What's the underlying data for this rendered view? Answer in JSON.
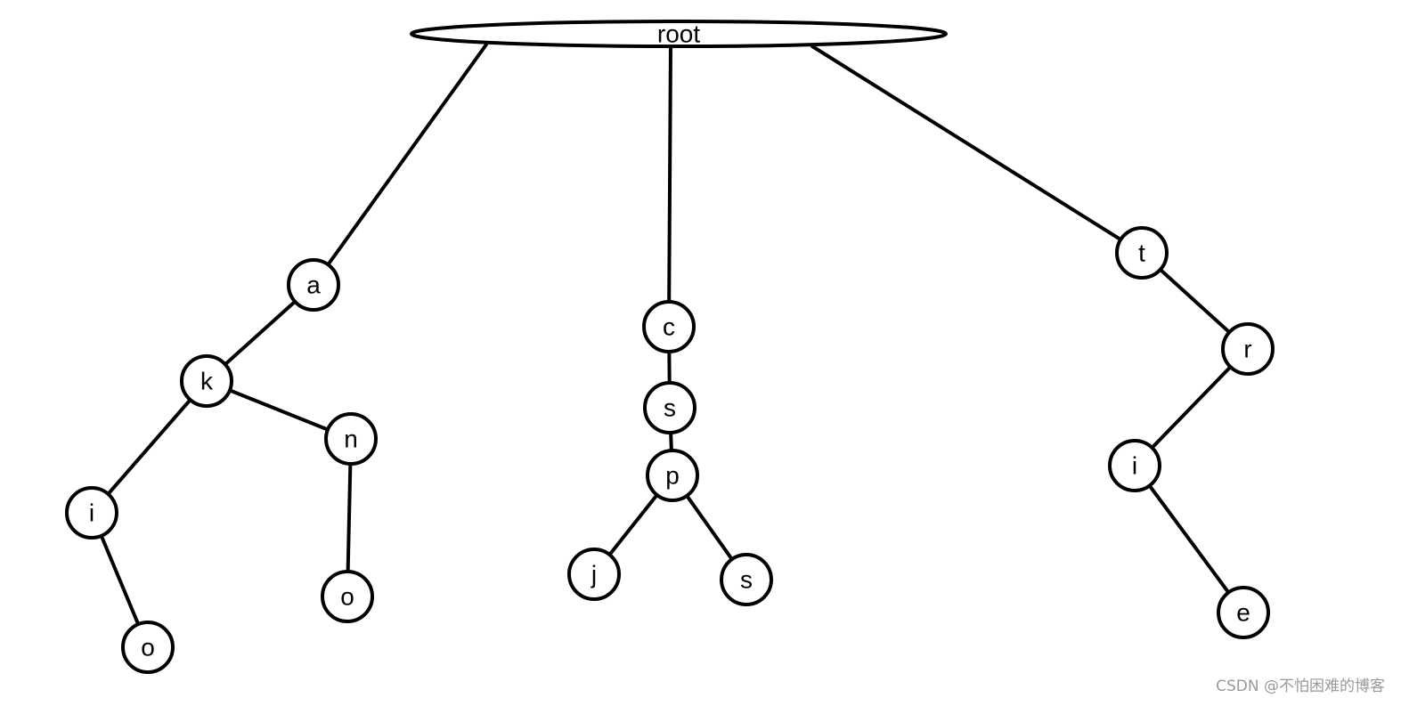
{
  "diagram": {
    "nodes": [
      {
        "id": "root",
        "label": "root"
      },
      {
        "id": "a",
        "label": "a"
      },
      {
        "id": "k",
        "label": "k"
      },
      {
        "id": "i1",
        "label": "i"
      },
      {
        "id": "o1",
        "label": "o"
      },
      {
        "id": "n",
        "label": "n"
      },
      {
        "id": "o2",
        "label": "o"
      },
      {
        "id": "c",
        "label": "c"
      },
      {
        "id": "s1",
        "label": "s"
      },
      {
        "id": "p",
        "label": "p"
      },
      {
        "id": "j",
        "label": "j"
      },
      {
        "id": "s2",
        "label": "s"
      },
      {
        "id": "t",
        "label": "t"
      },
      {
        "id": "r",
        "label": "r"
      },
      {
        "id": "i2",
        "label": "i"
      },
      {
        "id": "e",
        "label": "e"
      }
    ],
    "edges": [
      {
        "from": "root",
        "to": "a"
      },
      {
        "from": "root",
        "to": "c"
      },
      {
        "from": "root",
        "to": "t"
      },
      {
        "from": "a",
        "to": "k"
      },
      {
        "from": "k",
        "to": "i1"
      },
      {
        "from": "k",
        "to": "n"
      },
      {
        "from": "i1",
        "to": "o1"
      },
      {
        "from": "n",
        "to": "o2"
      },
      {
        "from": "c",
        "to": "s1"
      },
      {
        "from": "s1",
        "to": "p"
      },
      {
        "from": "p",
        "to": "j"
      },
      {
        "from": "p",
        "to": "s2"
      },
      {
        "from": "t",
        "to": "r"
      },
      {
        "from": "r",
        "to": "i2"
      },
      {
        "from": "i2",
        "to": "e"
      }
    ]
  },
  "watermark": "CSDN @不怕困难的博客"
}
